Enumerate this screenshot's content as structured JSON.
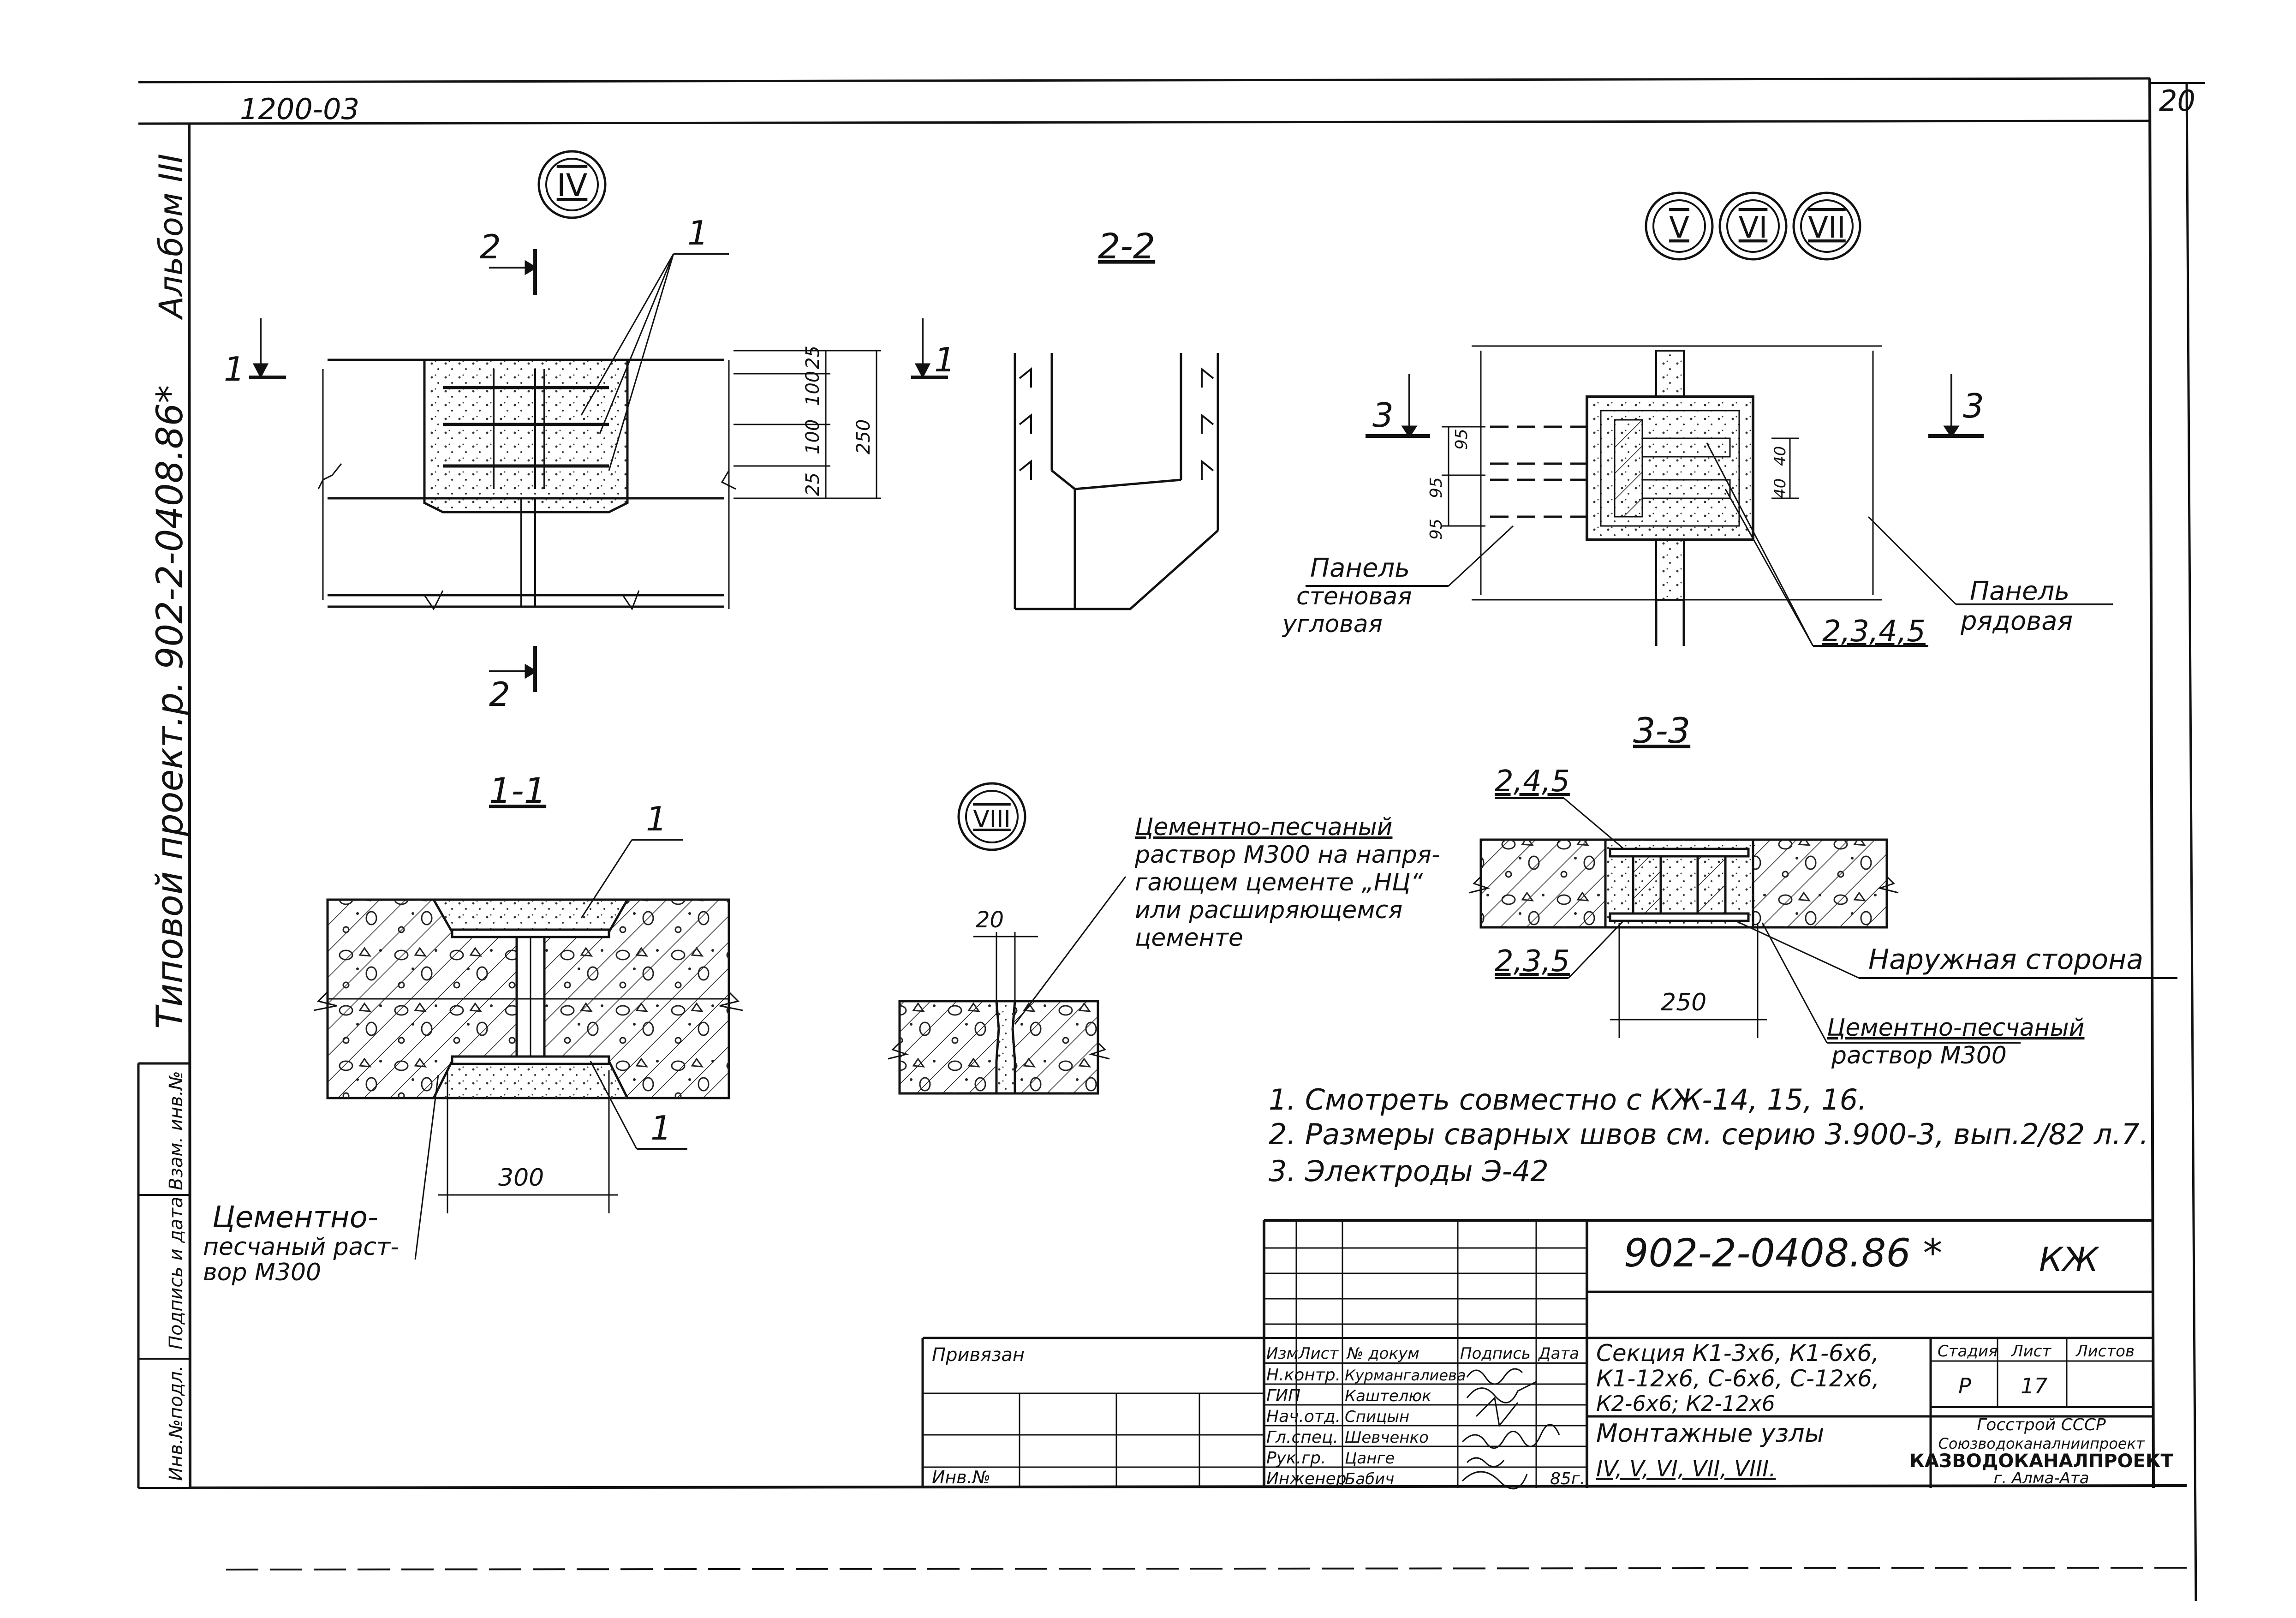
{
  "header": {
    "series_code": "1200-03",
    "sheet_number": "20"
  },
  "side_margin": {
    "album": "Альбом III",
    "project": "Типовой проект.р. 902-2-0408.86*",
    "stamp_cells": [
      "Инв.№подл.",
      "Подпись и дата",
      "Взам. инв.№"
    ]
  },
  "nodes": {
    "iv": "IV",
    "v": "V",
    "vi": "VI",
    "vii": "VII",
    "viii": "VIII"
  },
  "sections": {
    "s11": "1-1",
    "s22": "2-2",
    "s33": "3-3",
    "mark1": "1",
    "mark2": "2",
    "mark3": "3"
  },
  "dims": {
    "d100a": "100",
    "d25a": "25",
    "d250v": "250",
    "d100b": "100",
    "d25b": "25",
    "d95a": "95",
    "d95b": "95",
    "d95c": "95",
    "d40a": "40",
    "d40b": "40",
    "d300": "300",
    "d20": "20",
    "d250": "250"
  },
  "callouts": {
    "c1a": "1",
    "c1b": "1",
    "c1c": "1",
    "c2345": "2,3,4,5",
    "c245": "2,4,5",
    "c235": "2,3,5"
  },
  "labels": {
    "panel_corner_1": "Панель",
    "panel_corner_2": "стеновая",
    "panel_corner_3": "угловая",
    "panel_row_1": "Панель",
    "panel_row_2": "рядовая",
    "outer_side": "Наружная сторона",
    "mortar_a1": "Цементно-песчаный",
    "mortar_a2": "раствор М300",
    "mortar_b1": "Цементно-",
    "mortar_b2": "песчаный раст-",
    "mortar_b3": "вор М300",
    "mortar_c1": "Цементно-песчаный",
    "mortar_c2": "раствор М300 на напря-",
    "mortar_c3": "гающем цементе „НЦ“",
    "mortar_c4": "или расширяющемся",
    "mortar_c5": "цементе"
  },
  "notes": [
    "1. Смотреть совместно с КЖ-14, 15, 16.",
    "2. Размеры сварных швов см. серию 3.900-3, вып.2/82 л.7.",
    "3. Электроды Э-42"
  ],
  "title_block": {
    "doc_code": "902-2-0408.86 *",
    "doc_mark": "КЖ",
    "tied": "Привязан",
    "inv": "Инв.№",
    "col_headers": [
      "Изм",
      "Лист",
      "№ докум",
      "Подпись",
      "Дата"
    ],
    "roles": [
      "Н.контр.",
      "ГИП",
      "Нач.отд.",
      "Гл.спец.",
      "Рук.гр.",
      "Инженер"
    ],
    "names": [
      "Курмангалиева",
      "Каштелюк",
      "Спицын",
      "Шевченко",
      "Цанге",
      "Бабич"
    ],
    "year": "85г.",
    "sheet_title_1": "Секция К1-3х6, К1-6х6,",
    "sheet_title_2": "К1-12х6, С-6х6, С-12х6,",
    "sheet_title_3": "К2-6х6; К2-12х6",
    "sheet_subtitle_1": "Монтажные узлы",
    "sheet_subtitle_2": "IV, V, VI, VII, VIII.",
    "stage_label": "Стадия",
    "stage_value": "Р",
    "sheet_label": "Лист",
    "sheet_value": "17",
    "sheets_label": "Листов",
    "sheets_value": "",
    "org_1": "Госстрой СССР",
    "org_2": "Союзводоканалниипроект",
    "org_3": "КАЗВОДОКАНАЛПРОЕКТ",
    "org_4": "г. Алма-Ата"
  }
}
